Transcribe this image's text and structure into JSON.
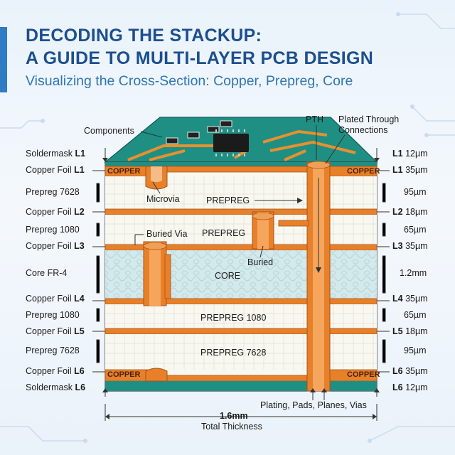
{
  "header": {
    "title_line1": "DECODING THE STACKUP:",
    "title_line2": "A GUIDE TO MULTI-LAYER PCB DESIGN",
    "subtitle": "Visualizing the Cross-Section: Copper, Prepreg, Core"
  },
  "left_labels": {
    "soldermask_top": "Soldermask",
    "copper1": "Copper Foil",
    "prepreg7628_top": "Prepreg 7628",
    "copper2": "Copper Foil",
    "prepreg1080_top": "Prepreg 1080",
    "copper3": "Copper Foil",
    "core": "Core FR-4",
    "copper4": "Copper Foil",
    "prepreg1080_bot": "Prepreg 1080",
    "copper5": "Copper Foil",
    "prepreg7628_bot": "Prepreg 7628",
    "copper6": "Copper Foil",
    "soldermask_bot": "Soldermask"
  },
  "layer_tags": {
    "l1": "L1",
    "l2": "L2",
    "l3": "L3",
    "l4": "L4",
    "l5": "L5",
    "l6": "L6"
  },
  "right_labels": {
    "sm_top": "12µm",
    "cu1": "35µm",
    "pp1": "95µm",
    "cu2": "18µm",
    "pp2": "65µm",
    "cu3": "35µm",
    "core": "1.2mm",
    "cu4": "35µm",
    "pp3": "65µm",
    "cu5": "18µm",
    "pp4": "95µm",
    "cu6": "35µm",
    "sm_bot": "12µm"
  },
  "callouts": {
    "components": "Components",
    "pth": "PTH",
    "plated_through_line1": "Plated Through",
    "plated_through_line2": "Connections",
    "microvia": "Microvia",
    "buried_via": "Buried Via",
    "buried": "Buried",
    "plating": "Plating, Pads, Planes, Vias",
    "thickness_value": "1.6mm",
    "thickness_label": "Total Thickness"
  },
  "layer_names": {
    "copper_tl": "COPPER",
    "copper_tr": "COPPER",
    "prepreg1": "PREPREG",
    "prepreg2": "PREPREG",
    "core": "CORE",
    "prepreg1080": "PREPREG 1080",
    "prepreg7628": "PREPREG 7628",
    "copper_bl": "COPPER",
    "copper_br": "COPPER"
  },
  "colors": {
    "title": "#1d4f8f",
    "subtitle": "#2f76b6",
    "copper": "#e8802a",
    "soldermask": "#1f8f83",
    "prepreg": "#f7f7ef",
    "core": "#cfe7ea"
  }
}
